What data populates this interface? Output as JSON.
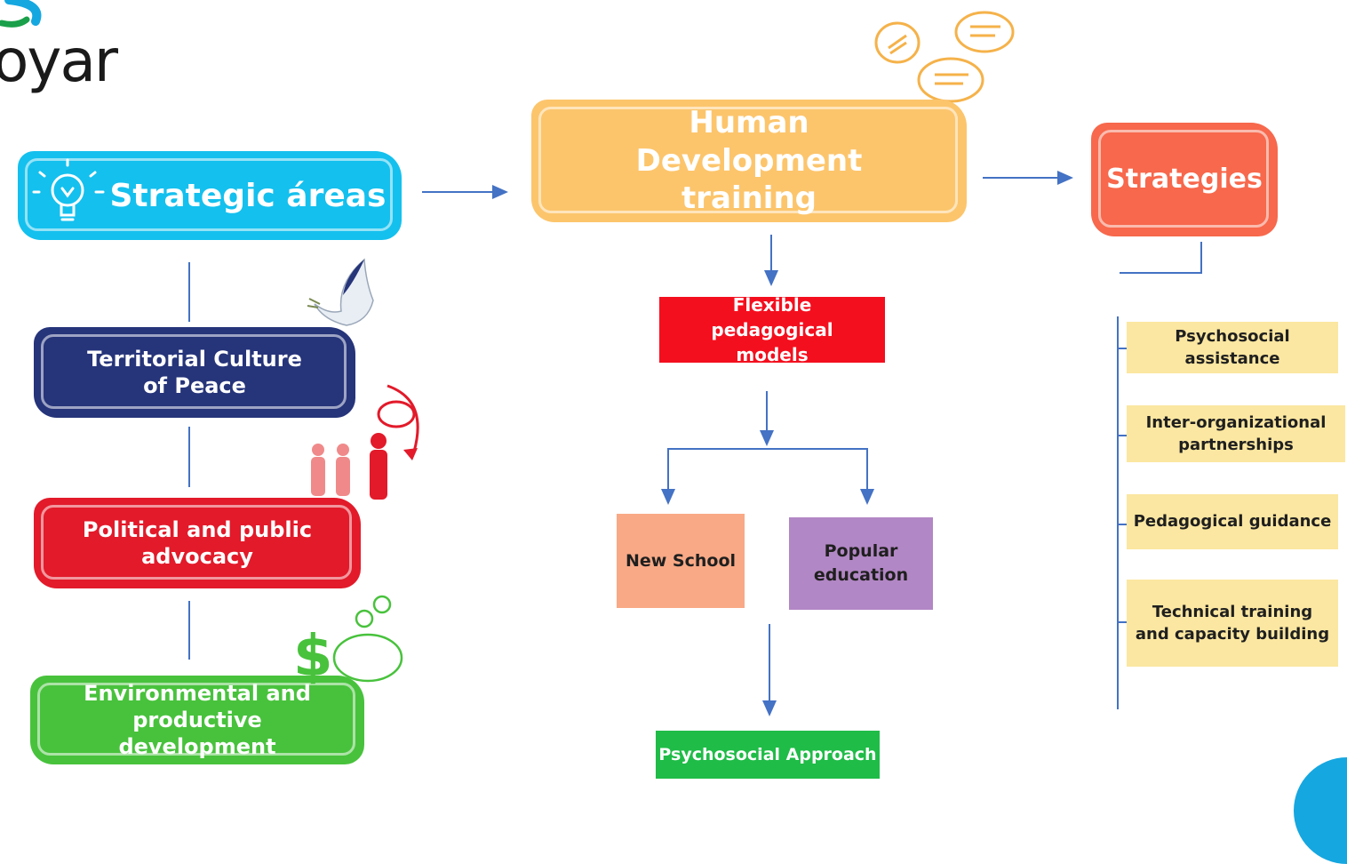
{
  "logo": {
    "text": "oyar"
  },
  "left": {
    "header": "Strategic áreas",
    "areas": [
      "Territorial Culture of Peace",
      "Political and public advocacy",
      "Environmental and productive development"
    ]
  },
  "center": {
    "header": "Human Development training",
    "flexible": "Flexible pedagogical models",
    "new_school": "New School",
    "popular_education": "Popular education",
    "psychosocial_approach": "Psychosocial Approach"
  },
  "right": {
    "header": "Strategies",
    "items": [
      "Psychosocial assistance",
      "Inter-organizational partnerships",
      "Pedagogical guidance",
      "Technical training and capacity building"
    ]
  },
  "colors": {
    "strategic": "#14c0ee",
    "human_dev": "#fcc56c",
    "strategies": "#f7684c",
    "peace": "#26347a",
    "advocacy": "#e21a2a",
    "environment": "#48c23c",
    "flexible": "#f40f1e",
    "new_school": "#f9a986",
    "popular": "#b287c5",
    "psychosocial": "#1fbc47",
    "strategy_item": "#fbe7a1",
    "connector": "#4472c4",
    "logo_arc": "#15a7e0"
  },
  "icons": [
    "lightbulb-icon",
    "dove-icon",
    "people-speech-icon",
    "money-piggy-icon",
    "speech-bubbles-icon"
  ]
}
